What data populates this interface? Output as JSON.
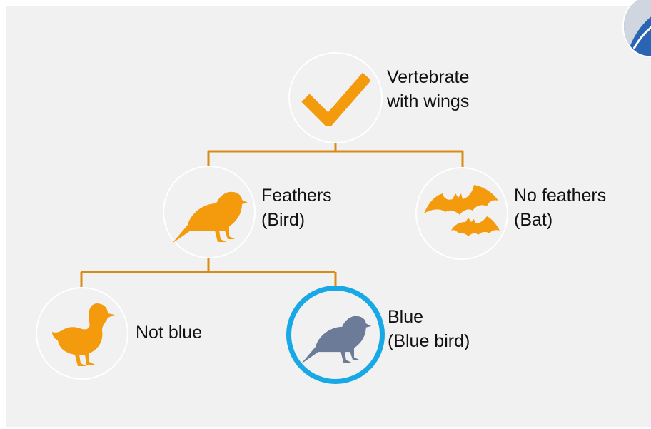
{
  "colors": {
    "accent_orange": "#f39a0d",
    "line_orange": "#d98c15",
    "selected_ring": "#18a8e6",
    "selected_bird": "#6b7b98",
    "panel_bg": "#f1f1f1"
  },
  "nodes": {
    "root": {
      "icon": "checkmark-icon",
      "line1": "Vertebrate",
      "line2": "with wings"
    },
    "feathers": {
      "icon": "bird-icon",
      "line1": "Feathers",
      "line2": "(Bird)"
    },
    "no_feathers": {
      "icon": "bats-icon",
      "line1": "No feathers",
      "line2": "(Bat)"
    },
    "not_blue": {
      "icon": "duck-icon",
      "line1": "Not blue"
    },
    "blue": {
      "icon": "blue-bird-icon",
      "line1": "Blue",
      "line2": "(Blue bird)",
      "selected": true
    }
  }
}
